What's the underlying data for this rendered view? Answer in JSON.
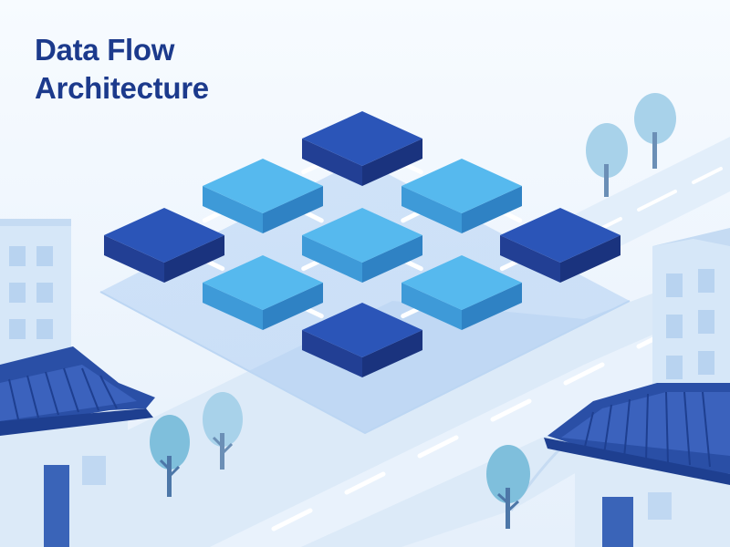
{
  "title": {
    "line1": "Data Flow",
    "line2": "Architecture"
  },
  "colors": {
    "background": "#f3f8fe",
    "title": "#1c3a8c",
    "block_dark_top": "#2b55b8",
    "block_light_top": "#56b9ee",
    "connector": "#ffffff",
    "roof": "#2a4fa6",
    "building_light": "#dceaf8",
    "tree": "#8ac6de",
    "road": "#d9e8f7"
  },
  "blocks": [
    {
      "id": "top",
      "tone": "dark"
    },
    {
      "id": "upper-left",
      "tone": "light"
    },
    {
      "id": "upper-right",
      "tone": "light"
    },
    {
      "id": "left",
      "tone": "dark"
    },
    {
      "id": "center",
      "tone": "light"
    },
    {
      "id": "right",
      "tone": "dark"
    },
    {
      "id": "lower-left",
      "tone": "light"
    },
    {
      "id": "lower-right",
      "tone": "light"
    },
    {
      "id": "bottom",
      "tone": "dark"
    }
  ],
  "connectors": [
    [
      "top",
      "upper-left"
    ],
    [
      "top",
      "upper-right"
    ],
    [
      "upper-left",
      "left"
    ],
    [
      "upper-left",
      "center"
    ],
    [
      "upper-right",
      "center"
    ],
    [
      "upper-right",
      "right"
    ],
    [
      "left",
      "lower-left"
    ],
    [
      "center",
      "lower-left"
    ],
    [
      "center",
      "lower-right"
    ],
    [
      "right",
      "lower-right"
    ],
    [
      "lower-left",
      "bottom"
    ],
    [
      "lower-right",
      "bottom"
    ]
  ],
  "icons": [
    "tree-icon",
    "pagoda-house-icon",
    "office-building-icon",
    "road-icon"
  ]
}
